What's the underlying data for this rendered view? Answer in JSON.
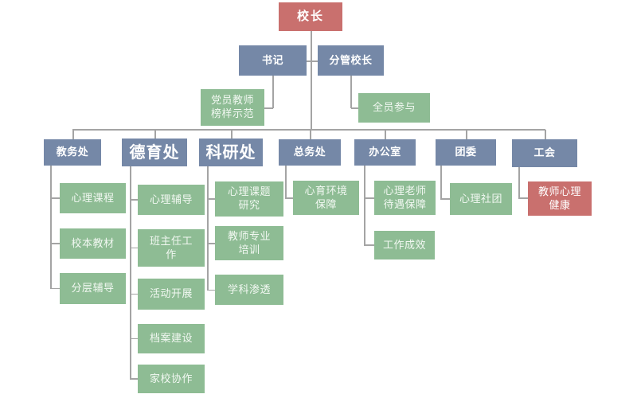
{
  "root": {
    "label": "校长"
  },
  "level2": [
    {
      "label": "书记",
      "child": "党员教师榜样示范"
    },
    {
      "label": "分管校长",
      "child": "全员参与"
    }
  ],
  "departments": [
    {
      "label": "教务处",
      "children": [
        "心理课程",
        "校本教材",
        "分层辅导"
      ]
    },
    {
      "label": "德育处",
      "children": [
        "心理辅导",
        "班主任工作",
        "活动开展",
        "档案建设",
        "家校协作"
      ]
    },
    {
      "label": "科研处",
      "children": [
        "心理课题研究",
        "教师专业培训",
        "学科渗透"
      ]
    },
    {
      "label": "总务处",
      "children": [
        "心育环境保障"
      ]
    },
    {
      "label": "办公室",
      "children": [
        "心理老师待遇保障",
        "工作成效"
      ]
    },
    {
      "label": "团委",
      "children": [
        "心理社团"
      ]
    },
    {
      "label": "工会",
      "children": [
        "教师心理健康"
      ]
    }
  ],
  "colors": {
    "root_box": "#c9706e",
    "dept_box": "#7588a7",
    "task_box": "#8ebc94",
    "highlight_box": "#c9706e",
    "connector": "#a4a4a4",
    "background": "#ffffff"
  }
}
